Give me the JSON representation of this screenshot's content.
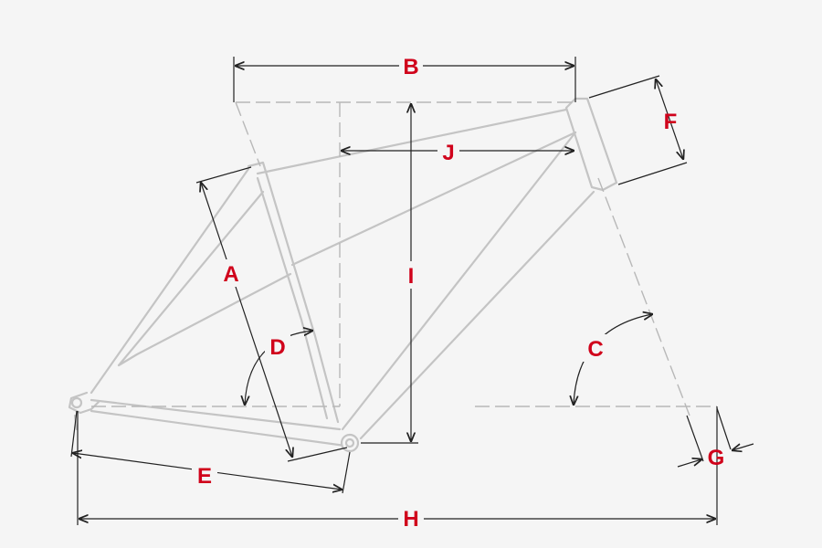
{
  "labels": {
    "A": "A",
    "B": "B",
    "C": "C",
    "D": "D",
    "E": "E",
    "F": "F",
    "G": "G",
    "H": "H",
    "I": "I",
    "J": "J"
  },
  "colors": {
    "label": "#d0021b",
    "frame": "#c4c4c4",
    "dimension": "#222222",
    "background": "#f5f5f5"
  }
}
